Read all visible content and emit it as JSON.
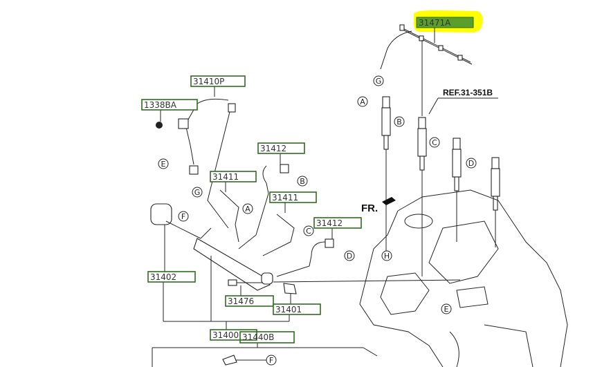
{
  "highlight_color": "#ffff00",
  "part_label_color": "#2e6b1e",
  "parts": {
    "p31471A": "31471A",
    "p31410P": "31410P",
    "p1338BA": "1338BA",
    "p31412a": "31412",
    "p31411a": "31411",
    "p31411b": "31411",
    "p31412b": "31412",
    "p31402": "31402",
    "p31476": "31476",
    "p31401": "31401",
    "p31400": "31400",
    "p31440B": "31440B"
  },
  "ref_label": "REF.31-351B",
  "front_label": "FR.",
  "callouts": {
    "a1": "A",
    "b1": "B",
    "c1": "C",
    "d1": "D",
    "g1": "G",
    "e1": "E",
    "g2": "G",
    "f1": "F",
    "a2": "A",
    "b2": "B",
    "c2": "C",
    "d2": "D",
    "h1": "H",
    "e2": "E",
    "f2": "F"
  }
}
